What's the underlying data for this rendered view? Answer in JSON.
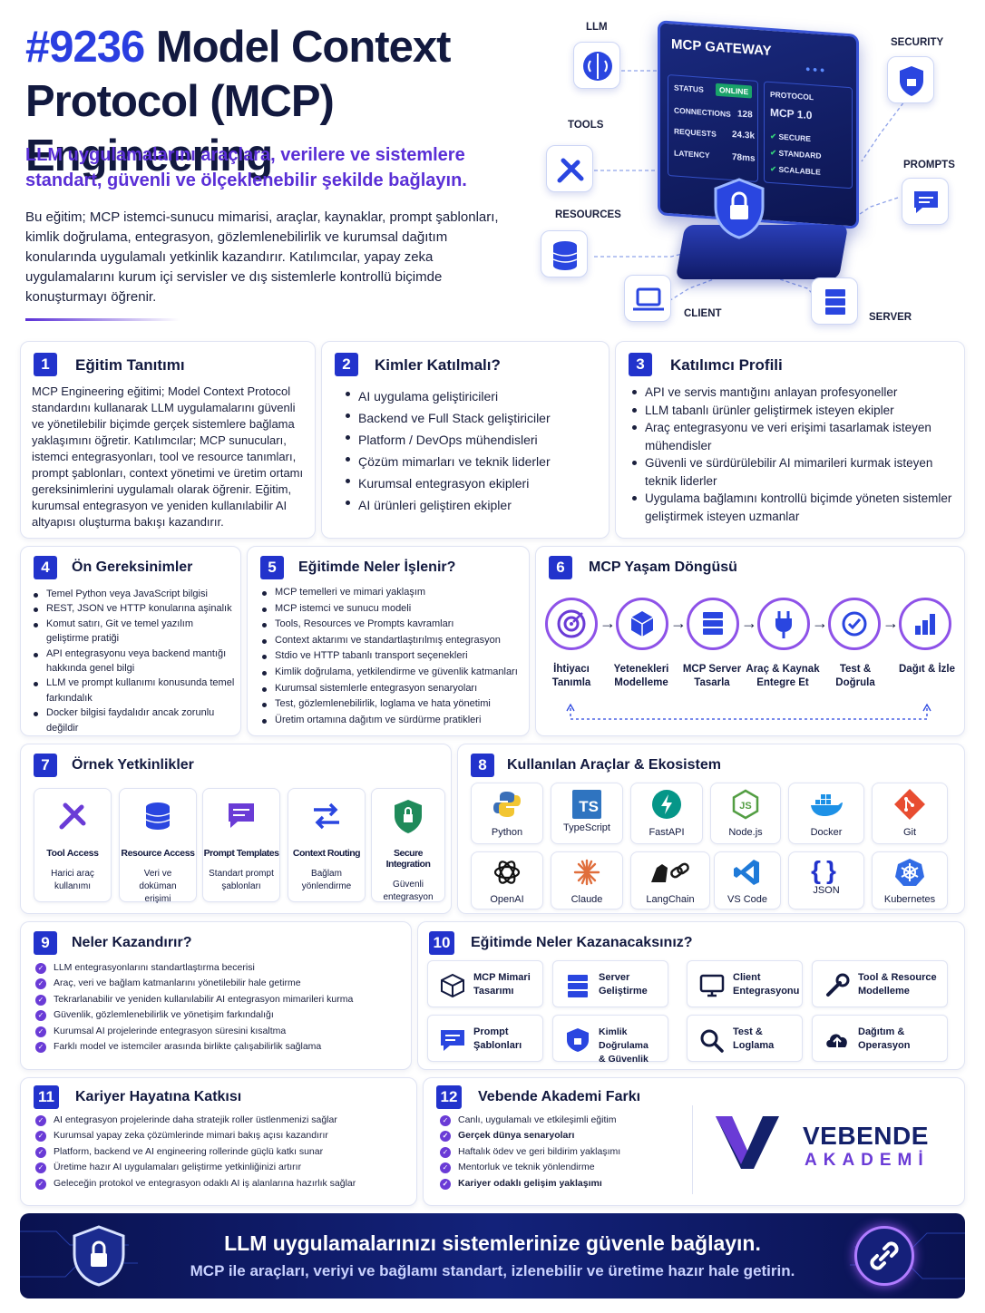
{
  "header": {
    "number": "#9236",
    "title_part1": "Model Context",
    "title_part2": "Protocol (MCP) Engineering",
    "subtitle_line1": "LLM uygulamalarını araçlara, verilere ve sistemlere",
    "subtitle_line2": "standart, güvenli ve ölçeklenebilir şekilde bağlayın.",
    "intro": "Bu eğitim; MCP istemci-sunucu mimarisi, araçlar, kaynaklar, prompt şablonları, kimlik doğrulama, entegrasyon, gözlemlenebilirlik ve kurumsal dağıtım konularında uygulamalı yetkinlik kazandırır. Katılımcılar, yapay zeka uygulamalarını kurum içi servisler ve dış sistemlerle kontrollü biçimde konuşturmayı öğrenir."
  },
  "hero": {
    "gateway_title": "MCP GATEWAY",
    "status_label": "STATUS",
    "status_value": "ONLINE",
    "connections_label": "CONNECTIONS",
    "connections_value": "128",
    "requests_label": "REQUESTS",
    "requests_value": "24.3k",
    "latency_label": "LATENCY",
    "latency_value": "78ms",
    "protocol_label": "PROTOCOL",
    "protocol_value": "MCP 1.0",
    "checks": [
      "SECURE",
      "STANDARD",
      "SCALABLE"
    ],
    "nodes": {
      "llm": "LLM",
      "tools": "TOOLS",
      "resources": "RESOURCES",
      "client": "CLIENT",
      "server": "SERVER",
      "prompts": "PROMPTS",
      "security": "SECURITY"
    }
  },
  "s1": {
    "num": "1",
    "title": "Eğitim Tanıtımı",
    "text": "MCP Engineering eğitimi; Model Context Protocol standardını kullanarak LLM uygulamalarını güvenli ve yönetilebilir biçimde gerçek sistemlere bağlama yaklaşımını öğretir. Katılımcılar; MCP sunucuları, istemci entegrasyonları, tool ve resource tanımları, prompt şablonları, context yönetimi ve üretim ortamı gereksinimlerini uygulamalı olarak öğrenir. Eğitim, kurumsal entegrasyon ve yeniden kullanılabilir AI altyapısı oluşturma bakışı kazandırır."
  },
  "s2": {
    "num": "2",
    "title": "Kimler Katılmalı?",
    "items": [
      "AI uygulama geliştiricileri",
      "Backend ve Full Stack geliştiriciler",
      "Platform / DevOps mühendisleri",
      "Çözüm mimarları ve teknik liderler",
      "Kurumsal entegrasyon ekipleri",
      "AI ürünleri geliştiren ekipler"
    ]
  },
  "s3": {
    "num": "3",
    "title": "Katılımcı Profili",
    "items": [
      "API ve servis mantığını anlayan profesyoneller",
      "LLM tabanlı ürünler geliştirmek isteyen ekipler",
      "Araç entegrasyonu ve veri erişimi tasarlamak isteyen mühendisler",
      "Güvenli ve sürdürülebilir AI mimarileri kurmak isteyen teknik liderler",
      "Uygulama bağlamını kontrollü biçimde yöneten sistemler geliştirmek isteyen uzmanlar"
    ]
  },
  "s4": {
    "num": "4",
    "title": "Ön Gereksinimler",
    "items": [
      "Temel Python veya JavaScript bilgisi",
      "REST, JSON ve HTTP konularına aşinalık",
      "Komut satırı, Git ve temel yazılım geliştirme pratiği",
      "API entegrasyonu veya backend mantığı hakkında genel bilgi",
      "LLM ve prompt kullanımı konusunda temel farkındalık",
      "Docker bilgisi faydalıdır ancak zorunlu değildir"
    ]
  },
  "s5": {
    "num": "5",
    "title": "Eğitimde Neler İşlenir?",
    "items": [
      "MCP temelleri ve mimari yaklaşım",
      "MCP istemci ve sunucu modeli",
      "Tools, Resources ve Prompts kavramları",
      "Context aktarımı ve standartlaştırılmış entegrasyon",
      "Stdio ve HTTP tabanlı transport seçenekleri",
      "Kimlik doğrulama, yetkilendirme ve güvenlik katmanları",
      "Kurumsal sistemlerle entegrasyon senaryoları",
      "Test, gözlemlenebilirlik, loglama ve hata yönetimi",
      "Üretim ortamına dağıtım ve sürdürme pratikleri"
    ]
  },
  "s6": {
    "num": "6",
    "title": "MCP Yaşam Döngüsü",
    "steps": [
      "İhtiyacı Tanımla",
      "Yetenekleri Modelleme",
      "MCP Server Tasarla",
      "Araç & Kaynak Entegre Et",
      "Test & Doğrula",
      "Dağıt & İzle"
    ]
  },
  "s7": {
    "num": "7",
    "title": "Örnek Yetkinlikler",
    "items": [
      {
        "title": "Tool Access",
        "desc": "Harici araç kullanımı"
      },
      {
        "title": "Resource Access",
        "desc": "Veri ve doküman erişimi"
      },
      {
        "title": "Prompt Templates",
        "desc": "Standart prompt şablonları"
      },
      {
        "title": "Context Routing",
        "desc": "Bağlam yönlendirme"
      },
      {
        "title": "Secure Integration",
        "desc": "Güvenli entegrasyon"
      }
    ]
  },
  "s8": {
    "num": "8",
    "title": "Kullanılan Araçlar & Ekosistem",
    "tools": [
      "Python",
      "TypeScript",
      "FastAPI",
      "Node.js",
      "Docker",
      "Git",
      "OpenAI",
      "Claude",
      "LangChain",
      "VS Code",
      "JSON",
      "Kubernetes"
    ]
  },
  "s9": {
    "num": "9",
    "title": "Neler Kazandırır?",
    "items": [
      "LLM entegrasyonlarını standartlaştırma becerisi",
      "Araç, veri ve bağlam katmanlarını yönetilebilir hale getirme",
      "Tekrarlanabilir ve yeniden kullanılabilir AI entegrasyon mimarileri kurma",
      "Güvenlik, gözlemlenebilirlik ve yönetişim farkındalığı",
      "Kurumsal AI projelerinde entegrasyon süresini kısaltma",
      "Farklı model ve istemciler arasında birlikte çalışabilirlik sağlama"
    ]
  },
  "s10": {
    "num": "10",
    "title": "Eğitimde Neler Kazanacaksınız?",
    "items": [
      {
        "l1": "MCP Mimari",
        "l2": "Tasarımı"
      },
      {
        "l1": "Server",
        "l2": "Geliştirme"
      },
      {
        "l1": "Client",
        "l2": "Entegrasyonu"
      },
      {
        "l1": "Tool & Resource",
        "l2": "Modelleme"
      },
      {
        "l1": "Prompt",
        "l2": "Şablonları"
      },
      {
        "l1": "Kimlik Doğrulama",
        "l2": "& Güvenlik"
      },
      {
        "l1": "Test &",
        "l2": "Loglama"
      },
      {
        "l1": "Dağıtım &",
        "l2": "Operasyon"
      }
    ]
  },
  "s11": {
    "num": "11",
    "title": "Kariyer Hayatına Katkısı",
    "items": [
      "AI entegrasyon projelerinde daha stratejik roller üstlenmenizi sağlar",
      "Kurumsal yapay zeka çözümlerinde mimari bakış açısı kazandırır",
      "Platform, backend ve AI engineering rollerinde güçlü katkı sunar",
      "Üretime hazır AI uygulamaları geliştirme yetkinliğinizi artırır",
      "Geleceğin protokol ve entegrasyon odaklı AI iş alanlarına hazırlık sağlar"
    ]
  },
  "s12": {
    "num": "12",
    "title": "Vebende Akademi Farkı",
    "items": [
      "Canlı, uygulamalı ve etkileşimli eğitim",
      "Gerçek dünya senaryoları",
      "Haftalık ödev ve geri bildirim yaklaşımı",
      "Mentorluk ve teknik yönlendirme",
      "Kariyer odaklı gelişim yaklaşımı"
    ],
    "brand1": "VEBENDE",
    "brand2": "AKADEMİ"
  },
  "footer": {
    "headline": "LLM uygulamalarınızı sistemlerinize güvenle bağlayın.",
    "sub": "MCP ile araçları, veriyi ve bağlamı standart, izlenebilir ve üretime hazır hale getirin."
  },
  "colors": {
    "navy": "#12193f",
    "accent": "#2233cc",
    "purple": "#6a3bd6",
    "footer_bg": "#0c1656"
  }
}
